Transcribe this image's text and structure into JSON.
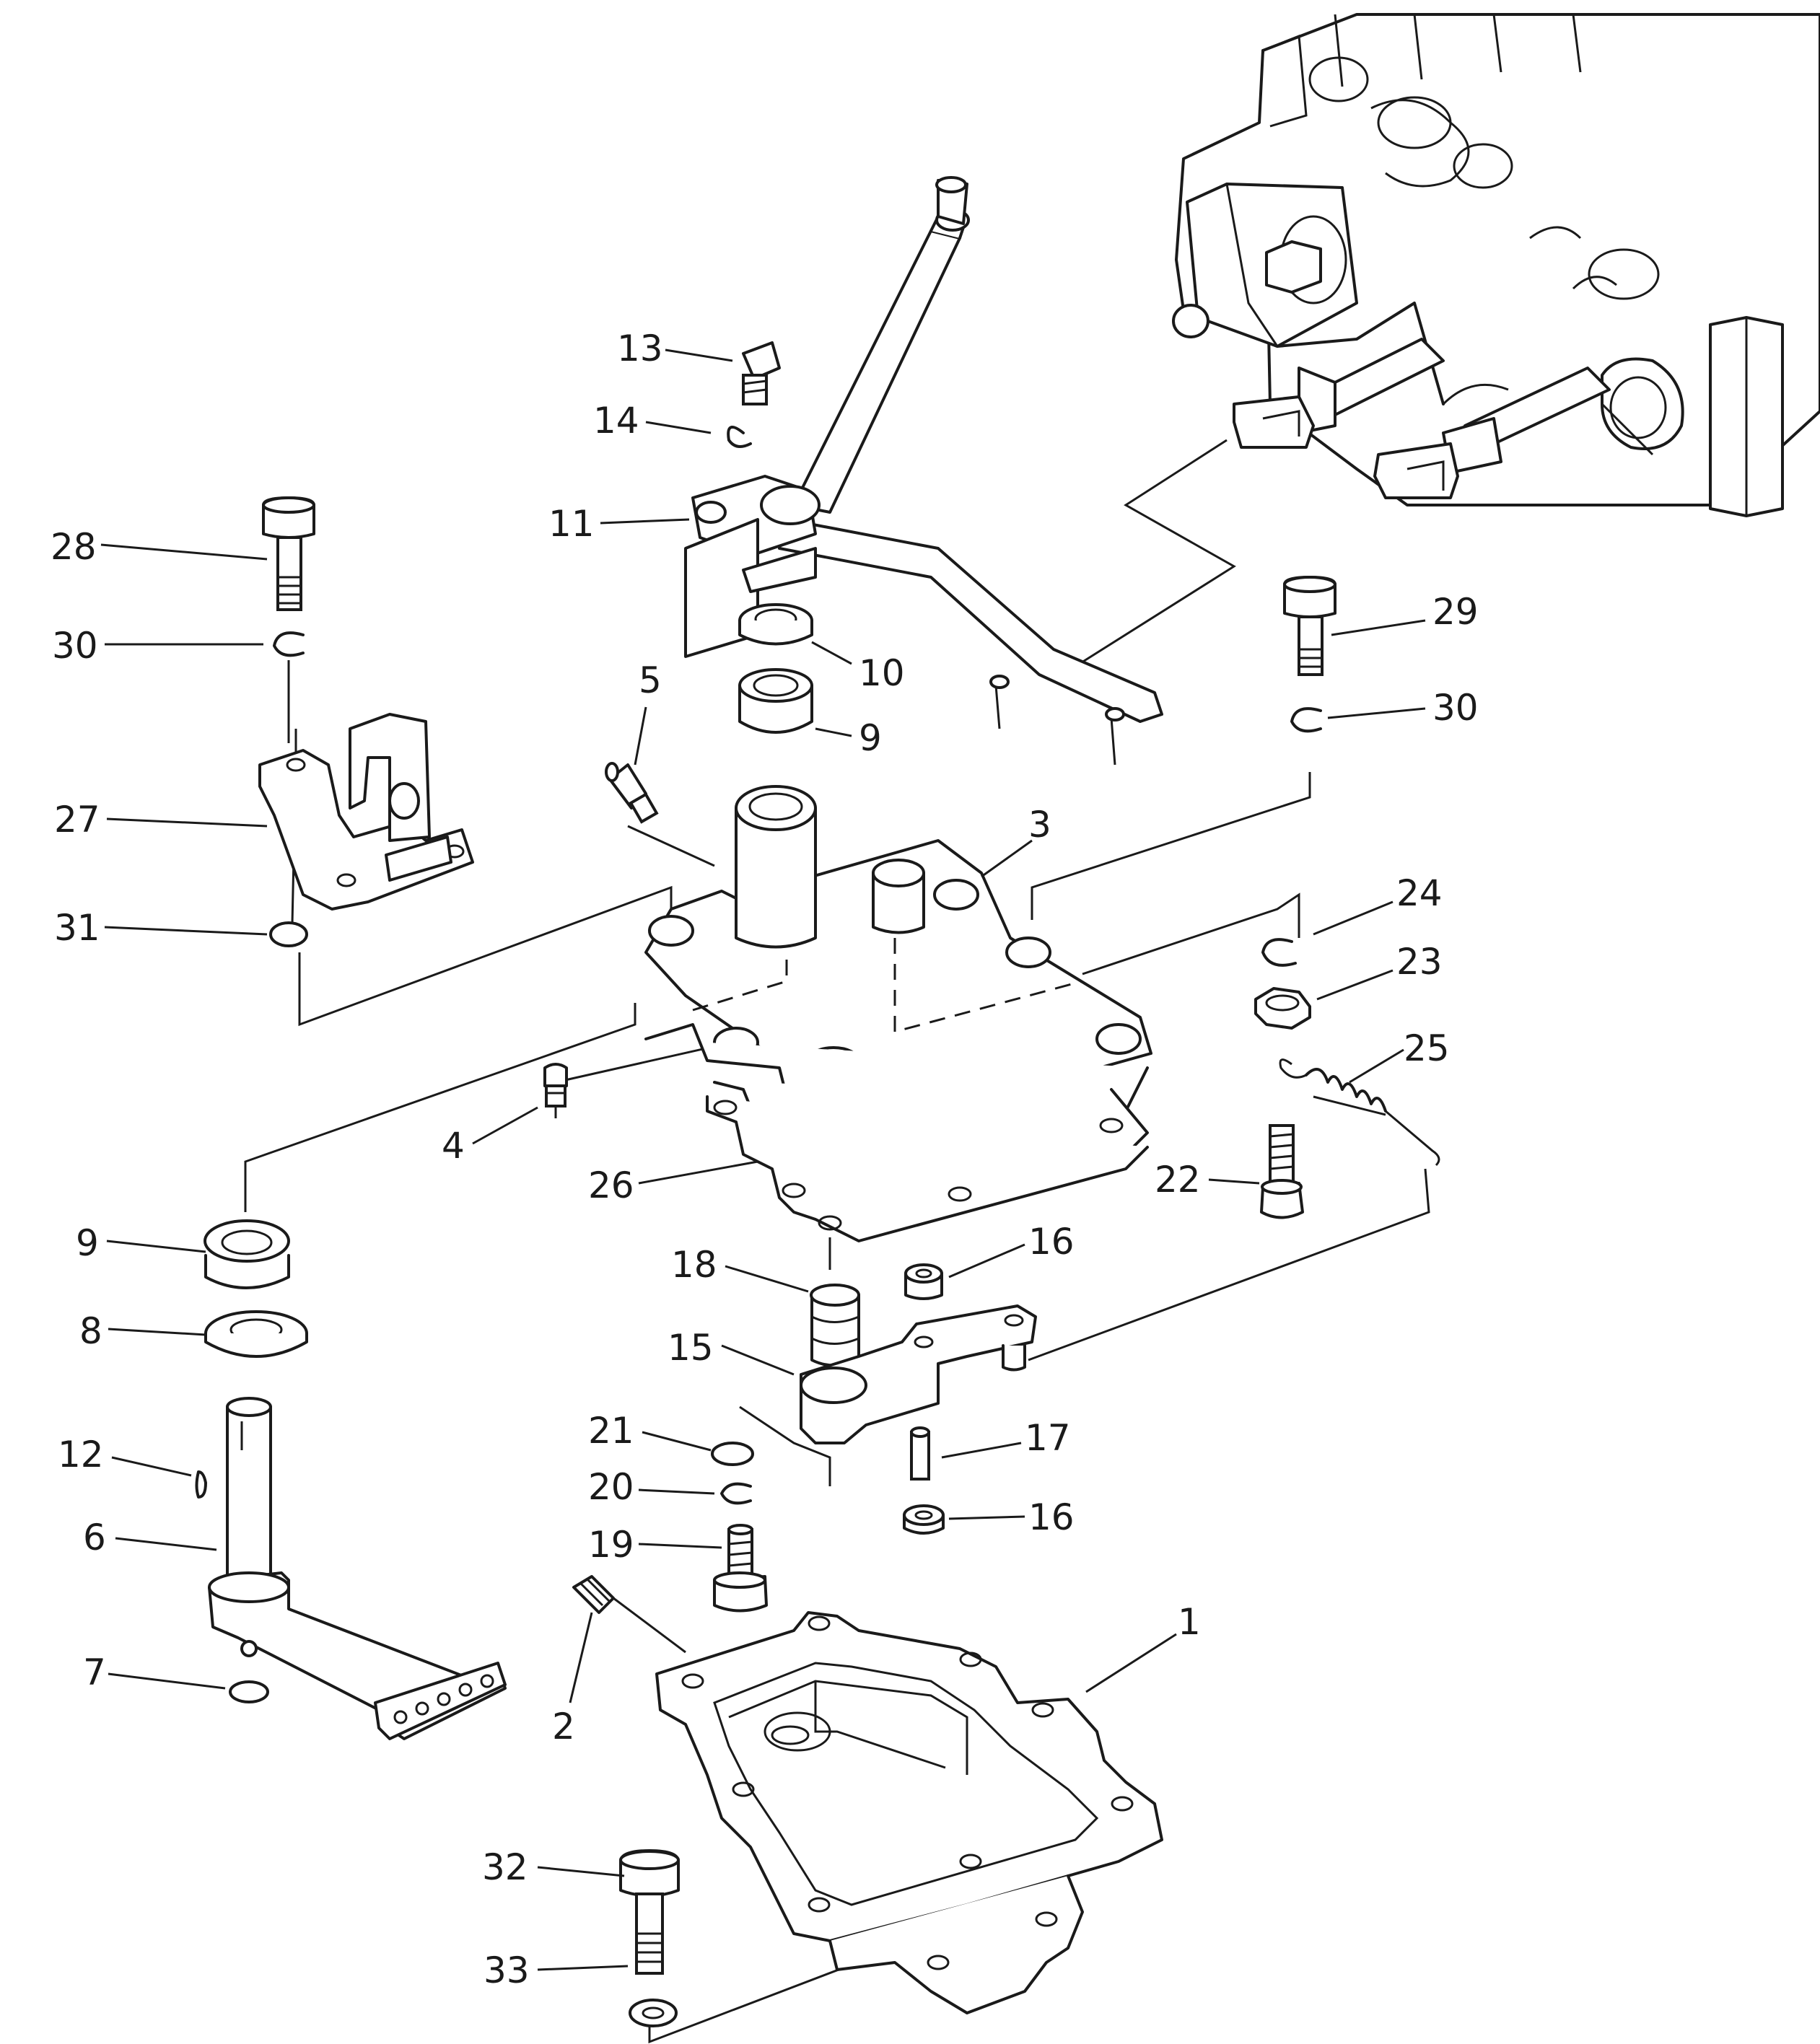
{
  "colors": {
    "ink": "#1a1a1a",
    "paper": "#ffffff"
  },
  "callouts": [
    {
      "id": "c13",
      "text": "13"
    },
    {
      "id": "c14",
      "text": "14"
    },
    {
      "id": "c11",
      "text": "11"
    },
    {
      "id": "c28",
      "text": "28"
    },
    {
      "id": "c30a",
      "text": "30"
    },
    {
      "id": "c27",
      "text": "27"
    },
    {
      "id": "c31",
      "text": "31"
    },
    {
      "id": "c10",
      "text": "10"
    },
    {
      "id": "c9a",
      "text": "9"
    },
    {
      "id": "c5",
      "text": "5"
    },
    {
      "id": "c3",
      "text": "3"
    },
    {
      "id": "c29",
      "text": "29"
    },
    {
      "id": "c30b",
      "text": "30"
    },
    {
      "id": "c24",
      "text": "24"
    },
    {
      "id": "c23",
      "text": "23"
    },
    {
      "id": "c25",
      "text": "25"
    },
    {
      "id": "c22",
      "text": "22"
    },
    {
      "id": "c4",
      "text": "4"
    },
    {
      "id": "c26",
      "text": "26"
    },
    {
      "id": "c9b",
      "text": "9"
    },
    {
      "id": "c8",
      "text": "8"
    },
    {
      "id": "c18",
      "text": "18"
    },
    {
      "id": "c16a",
      "text": "16"
    },
    {
      "id": "c15",
      "text": "15"
    },
    {
      "id": "c21",
      "text": "21"
    },
    {
      "id": "c17",
      "text": "17"
    },
    {
      "id": "c12",
      "text": "12"
    },
    {
      "id": "c20",
      "text": "20"
    },
    {
      "id": "c16b",
      "text": "16"
    },
    {
      "id": "c6",
      "text": "6"
    },
    {
      "id": "c19",
      "text": "19"
    },
    {
      "id": "c1",
      "text": "1"
    },
    {
      "id": "c7",
      "text": "7"
    },
    {
      "id": "c2",
      "text": "2"
    },
    {
      "id": "c32",
      "text": "32"
    },
    {
      "id": "c33",
      "text": "33"
    }
  ]
}
